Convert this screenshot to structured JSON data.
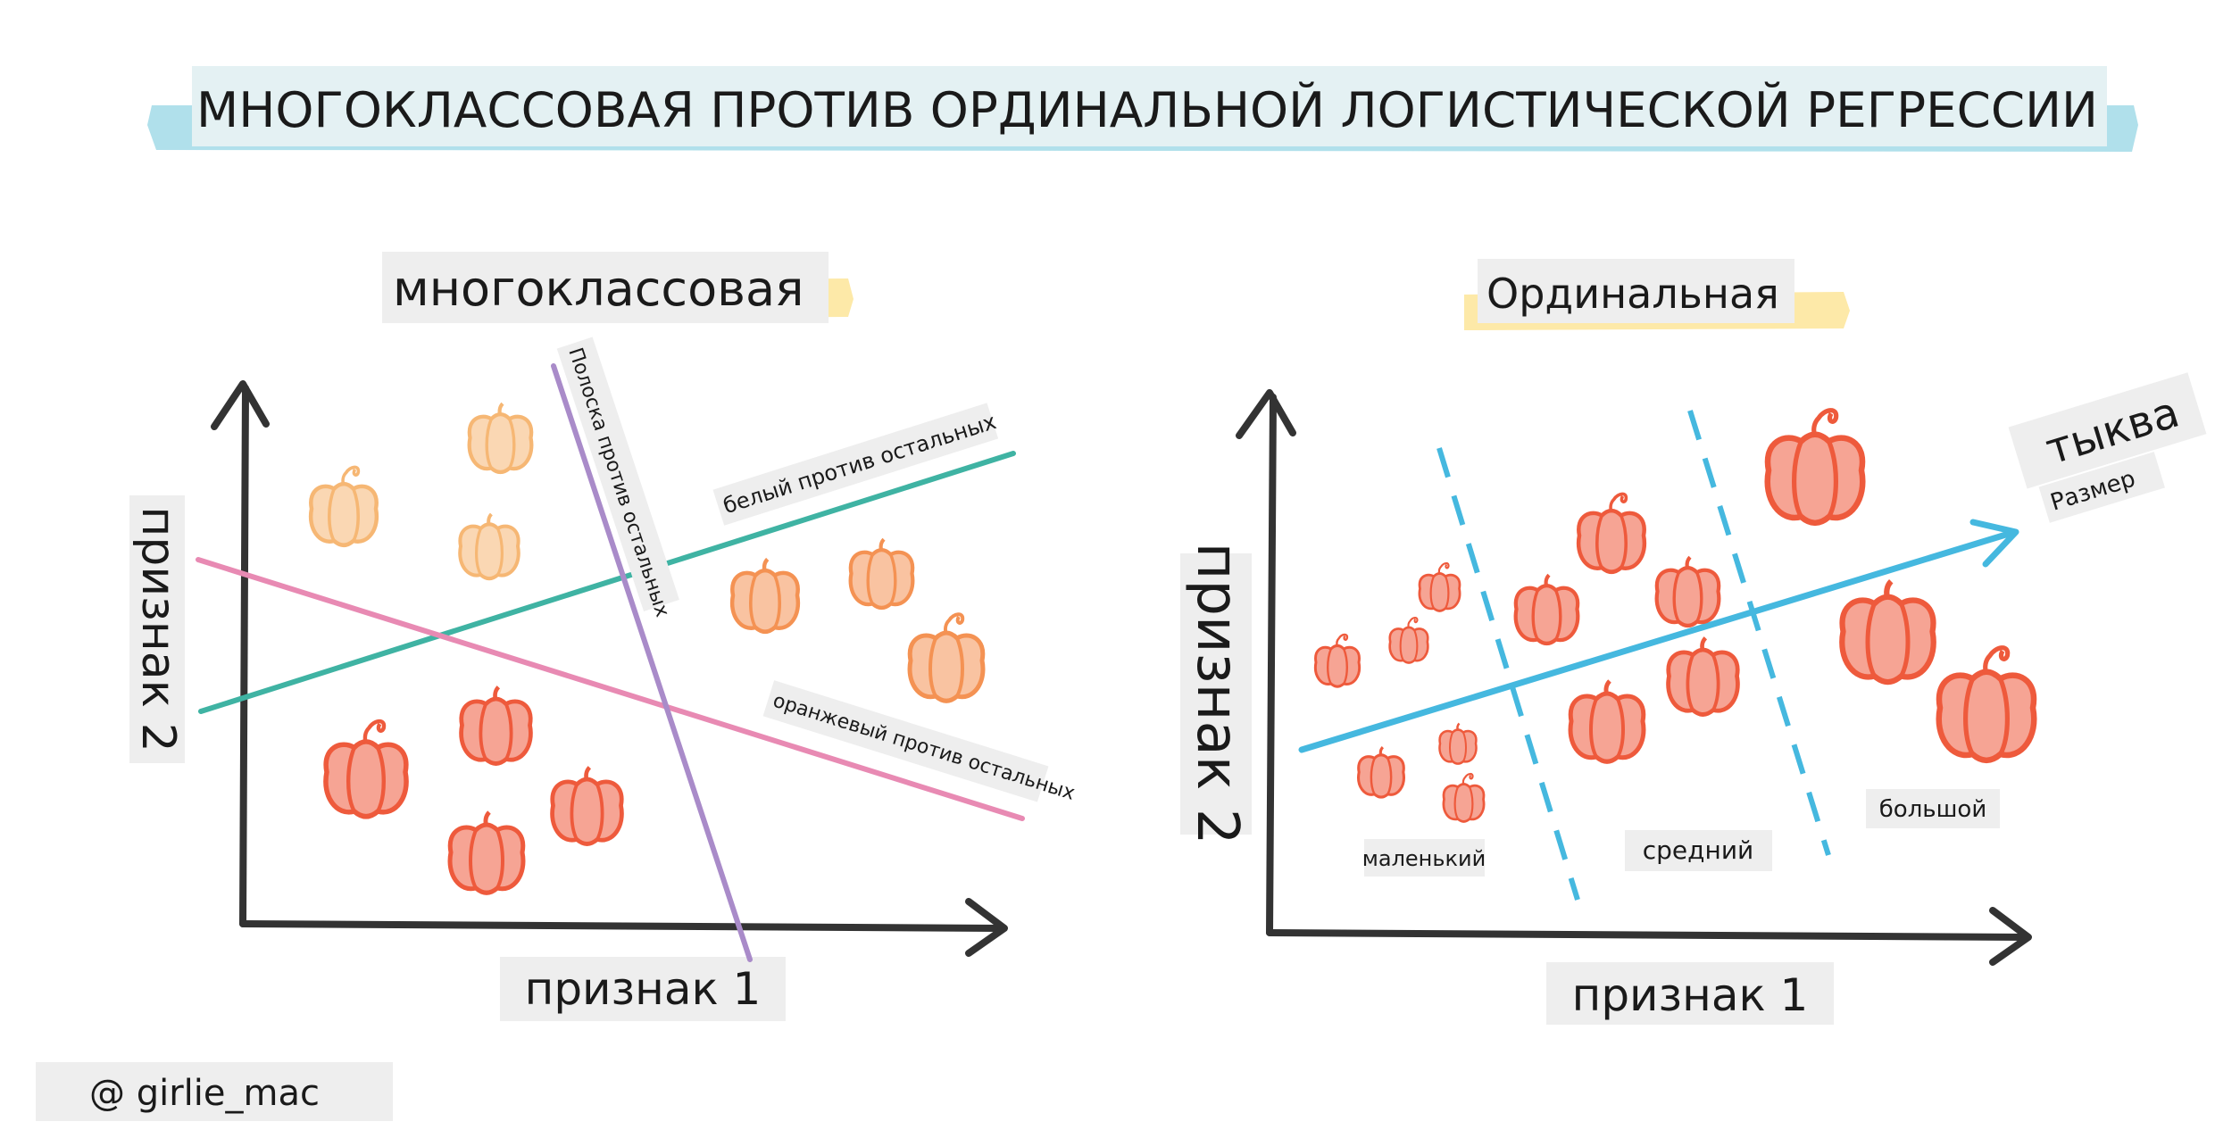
{
  "title": "МНОГОКЛАССОВАЯ ПРОТИВ ОРДИНАЛЬНОЙ ЛОГИСТИЧЕСКОЙ РЕГРЕССИИ",
  "left": {
    "heading": "многоклассовая",
    "x_label": "признак 1",
    "y_label": "признак 2",
    "lines": {
      "striped": "Полоска против остальных",
      "white": "белый против остальных",
      "orange": "оранжевый против остальных"
    }
  },
  "right": {
    "heading": "Ординальная",
    "x_label": "признак 1",
    "y_label": "признак 2",
    "arrow_label": "тыква",
    "arrow_sublabel": "Размер",
    "classes": [
      "маленький",
      "средний",
      "большой"
    ]
  },
  "credit": "@ girlie_mac",
  "colors": {
    "axis": "#333333",
    "teal": "#3fb3a3",
    "pink": "#e88ab3",
    "purple": "#a98bc9",
    "blue": "#45b8df",
    "pumpkin_red": "#ee5a3c",
    "pumpkin_orange": "#f49253",
    "pumpkin_light": "#f6b774",
    "title_band": "#8fd3e2",
    "heading_band": "#fde9a8"
  }
}
